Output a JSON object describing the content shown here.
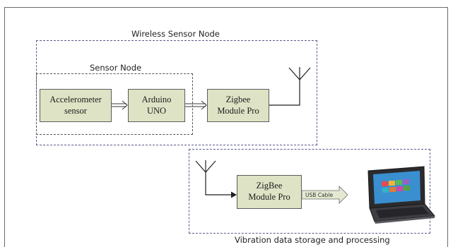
{
  "diagram": {
    "wireless_node_label": "Wireless Sensor Node",
    "sensor_node_label": "Sensor Node",
    "storage_label": "Vibration data storage and processing",
    "blocks": {
      "accelerometer": "Accelerometer\nsensor",
      "arduino": "Arduino\nUNO",
      "zigbee_tx": "Zigbee\nModule Pro",
      "zigbee_rx": "ZigBee\nModule Pro"
    },
    "usb_cable_label": "USB Cable",
    "colors": {
      "block_fill": "#dde3c4",
      "group_border": "#5a5a8a",
      "arrow_fill": "#e4e9d2"
    },
    "icons": [
      "antenna-icon",
      "antenna-icon",
      "laptop-icon"
    ]
  }
}
